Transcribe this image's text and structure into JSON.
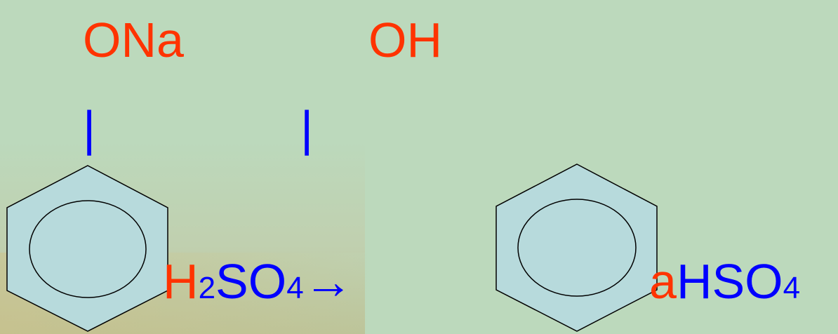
{
  "colors": {
    "red": "#ff3300",
    "blue": "#0000ff",
    "ring_fill": "#b7dadc",
    "background": "#bcd9bc"
  },
  "left_group": {
    "label": "ONa"
  },
  "right_group": {
    "label": "OH"
  },
  "bond": "|",
  "reagent": {
    "h": "H",
    "h_sub": "2",
    "rest": "SO",
    "rest_sub": "4",
    "arrow": "→"
  },
  "product_salt": {
    "na_tail": "a",
    "formula": "HSO",
    "formula_sub": "4"
  }
}
